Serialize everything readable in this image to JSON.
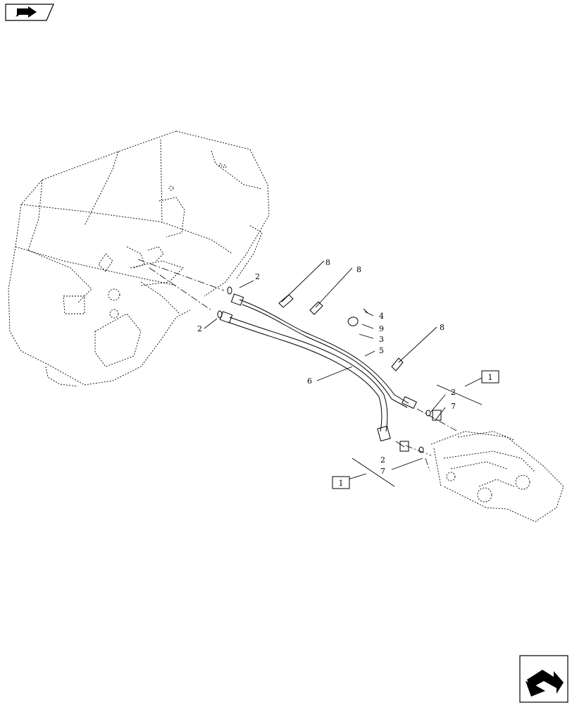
{
  "callouts": {
    "c2a": "2",
    "c2b": "2",
    "c8a": "8",
    "c8b": "8",
    "c8c": "8",
    "c4": "4",
    "c9": "9",
    "c3": "3",
    "c5": "5",
    "c6": "6",
    "c2c": "2",
    "c7a": "7",
    "c2d": "2",
    "c7b": "7"
  },
  "reference_boxes": {
    "right": "1",
    "left": "1"
  },
  "icons": {
    "top_left": "previous-page-arrow-icon",
    "bottom_right": "next-page-arrow-icon"
  }
}
